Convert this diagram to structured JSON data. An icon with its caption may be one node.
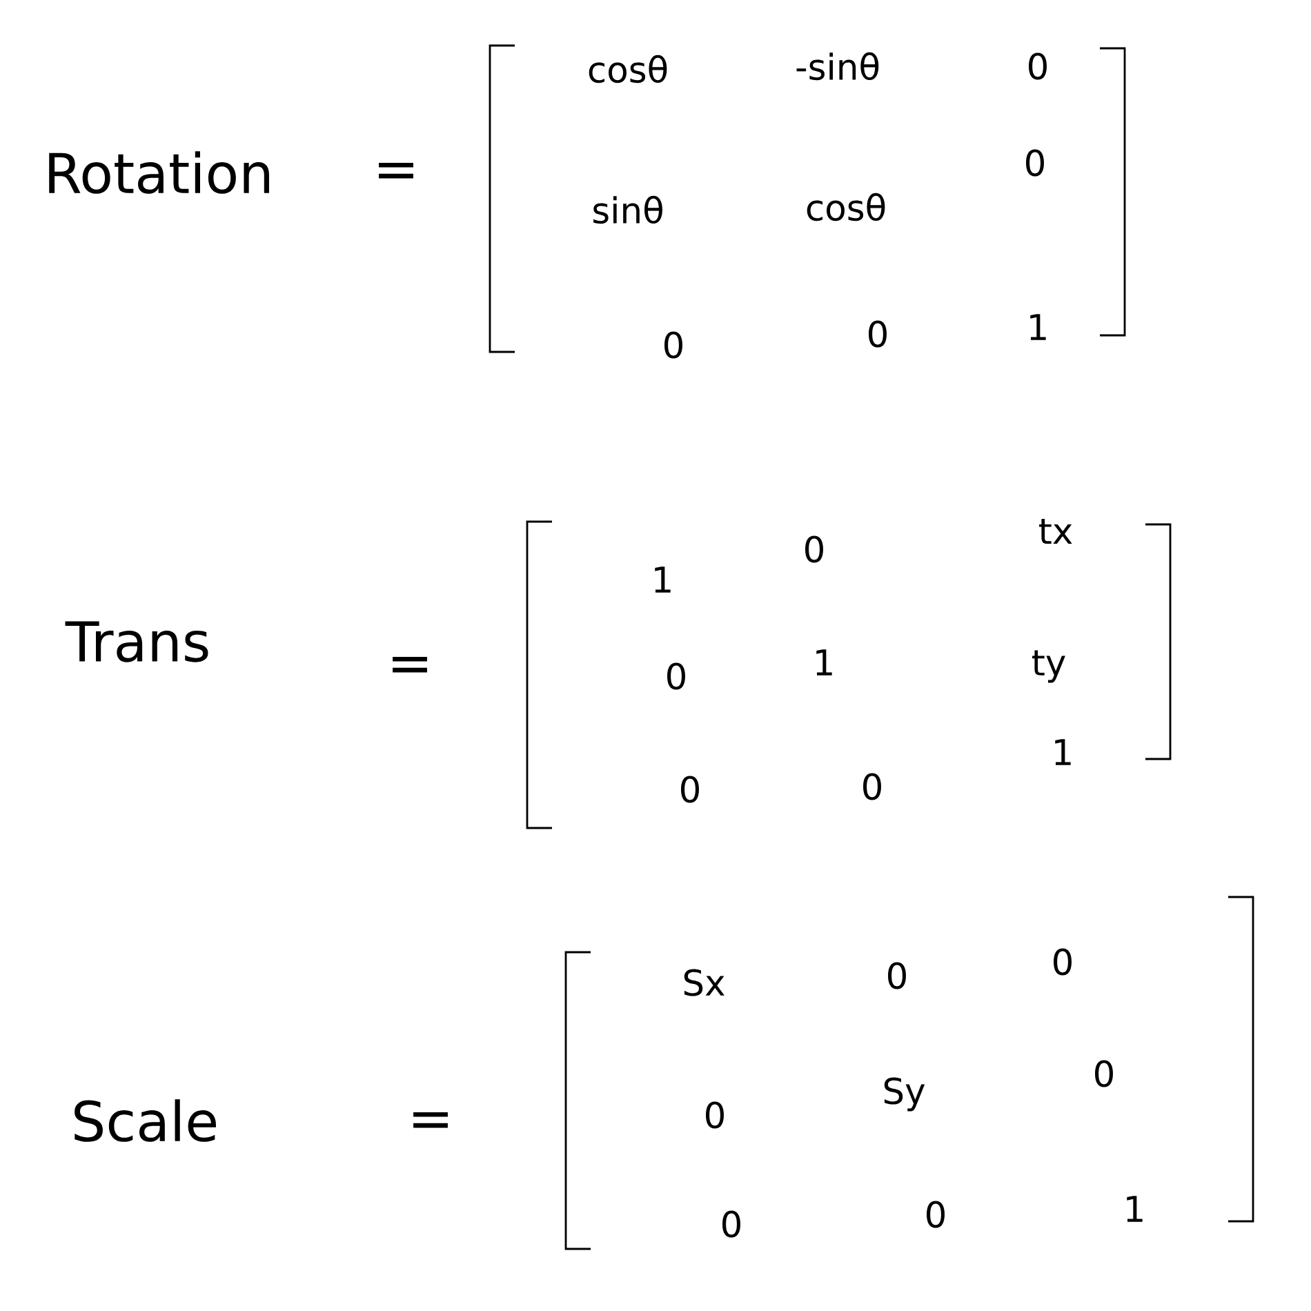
{
  "diagram": {
    "labels": [
      "Rotation",
      "=",
      "cosθ",
      "-sinθ",
      "0",
      "sinθ",
      "cosθ",
      "0",
      "0",
      "0",
      "1",
      "Trans",
      "=",
      "1",
      "0",
      "tx",
      "0",
      "1",
      "ty",
      "0",
      "0",
      "1",
      "Scale",
      "=",
      "Sx",
      "0",
      "0",
      "0",
      "Sy",
      "0",
      "0",
      "0",
      "1"
    ]
  }
}
